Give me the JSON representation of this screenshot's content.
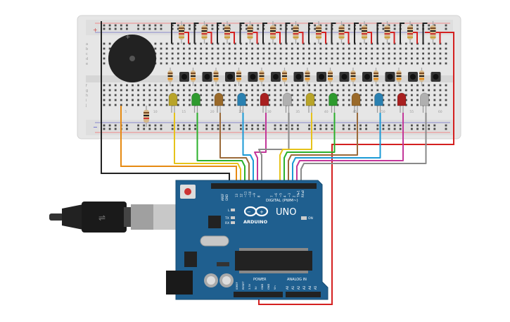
{
  "breadboard": {
    "plus_sign": "+",
    "minus_sign": "−",
    "row_letters_top": [
      "a",
      "b",
      "c",
      "d",
      "e"
    ],
    "row_letters_bottom": [
      "f",
      "g",
      "h",
      "i",
      "j"
    ],
    "column_numbers": [
      "5",
      "10",
      "15",
      "20",
      "25",
      "30",
      "35",
      "40",
      "45",
      "50",
      "55",
      "60"
    ]
  },
  "leds": [
    {
      "color": "#b8a42a"
    },
    {
      "color": "#2e9a2e"
    },
    {
      "color": "#9a6a2a"
    },
    {
      "color": "#2a80b0"
    },
    {
      "color": "#a82020"
    },
    {
      "color": "#b0b0b0"
    },
    {
      "color": "#b8a42a"
    },
    {
      "color": "#2e9a2e"
    },
    {
      "color": "#9a6a2a"
    },
    {
      "color": "#2a80b0"
    },
    {
      "color": "#a82020"
    },
    {
      "color": "#b0b0b0"
    }
  ],
  "wires": {
    "yellow": "#e6c31a",
    "green": "#2bb02b",
    "brown": "#9a6a3a",
    "blue": "#1b9ad6",
    "magenta": "#c3389a",
    "gray": "#8a8a8a",
    "orange": "#e68a12",
    "black": "#222222",
    "red": "#d42020"
  },
  "arduino": {
    "board_color": "#1f5f8f",
    "logo": "ARDUINO",
    "model": "UNO",
    "digital_label": "DIGITAL (PWM~)",
    "power_label": "POWER",
    "analog_label": "ANALOG IN",
    "on_label": "ON",
    "tx_label": "TX",
    "rx_label": "RX",
    "l_label": "L",
    "aref_label": "AREF",
    "gnd_label": "GND",
    "digital_pins": [
      "13",
      "12",
      "~11",
      "~10",
      "~9",
      "8",
      "7",
      "~6",
      "~5",
      "4",
      "~3",
      "2",
      "TX▸1",
      "RX◂0"
    ],
    "power_pins": [
      "IOREF",
      "RESET",
      "3.3V",
      "5V",
      "GND",
      "GND",
      "Vin"
    ],
    "analog_pins": [
      "A0",
      "A1",
      "A2",
      "A3",
      "A4",
      "A5"
    ]
  }
}
